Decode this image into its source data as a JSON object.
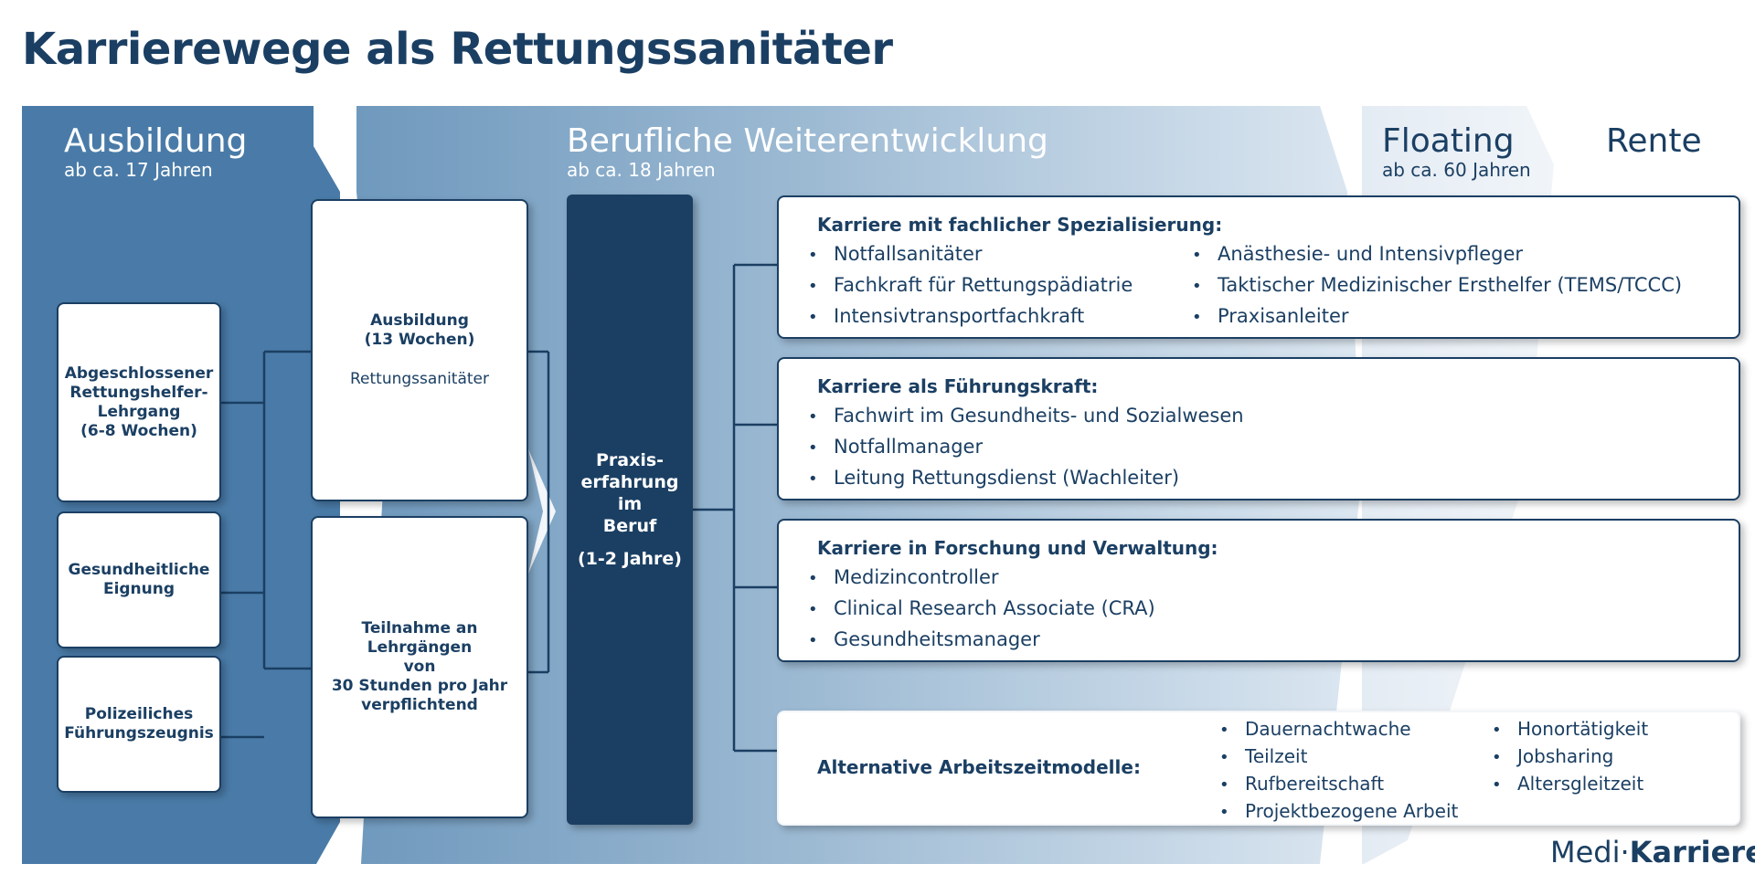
{
  "title": "Karrierewege als Rettungssanitäter",
  "phases": {
    "ausbildung": {
      "title": "Ausbildung",
      "subtitle": "ab ca. 17 Jahren"
    },
    "weiterentwicklung": {
      "title": "Berufliche Weiterentwicklung",
      "subtitle": "ab ca. 18 Jahren"
    },
    "floating": {
      "title": "Floating",
      "subtitle": "ab ca. 60 Jahren"
    },
    "rente": {
      "title": "Rente"
    }
  },
  "requirements": [
    {
      "lines": [
        "Abgeschlossener",
        "Rettungshelfer-",
        "Lehrgang",
        "(6-8 Wochen)"
      ]
    },
    {
      "lines": [
        "Gesundheitliche",
        "Eignung"
      ]
    },
    {
      "lines": [
        "Polizeiliches",
        "Führungszeugnis"
      ]
    }
  ],
  "training": {
    "title_lines": [
      "Ausbildung",
      "(13 Wochen)"
    ],
    "subtitle": "Rettungssanitäter"
  },
  "courses": {
    "lines": [
      "Teilnahme an",
      "Lehrgängen",
      "von",
      "30 Stunden pro Jahr",
      "verpflichtend"
    ]
  },
  "praxis": {
    "lines": [
      "Praxis-",
      "erfahrung",
      "im",
      "Beruf"
    ],
    "duration": "(1-2 Jahre)"
  },
  "careers": {
    "spezialisierung": {
      "title": "Karriere mit fachlicher Spezialisierung:",
      "col1": [
        "Notfallsanitäter",
        "Fachkraft für Rettungspädiatrie",
        "Intensivtransportfachkraft"
      ],
      "col2": [
        "Anästhesie- und Intensivpfleger",
        "Taktischer Medizinischer Ersthelfer (TEMS/TCCC)",
        "Praxisanleiter"
      ]
    },
    "fuehrung": {
      "title": "Karriere als Führungskraft:",
      "items": [
        "Fachwirt im Gesundheits- und Sozialwesen",
        "Notfallmanager",
        "Leitung Rettungsdienst (Wachleiter)"
      ]
    },
    "forschung": {
      "title": "Karriere in Forschung und Verwaltung:",
      "items": [
        "Medizincontroller",
        "Clinical Research Associate (CRA)",
        "Gesundheitsmanager"
      ]
    },
    "alternativ": {
      "title": "Alternative Arbeitszeitmodelle:",
      "col1": [
        "Dauernachtwache",
        "Teilzeit",
        "Rufbereitschaft",
        "Projektbezogene Arbeit"
      ],
      "col2": [
        "Honortätigkeit",
        "Jobsharing",
        "Altersgleitzeit"
      ]
    }
  },
  "brand": {
    "prefix": "Medi",
    "dot": "·",
    "name": "Karriere"
  },
  "colors": {
    "navy": "#1b3f63",
    "ausbildung_band": "#4a7ba8",
    "weiter_band_start": "#6f99bd",
    "weiter_band_end": "#dce7f1",
    "floating_band": "#e3ebf3"
  }
}
